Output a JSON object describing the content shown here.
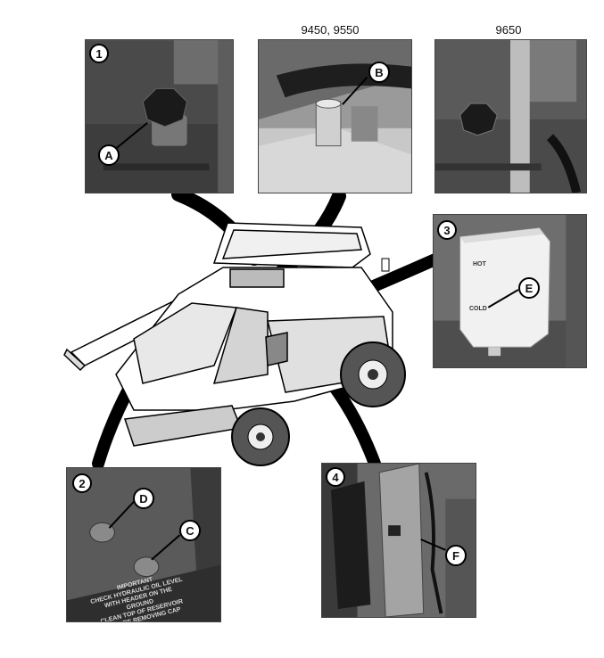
{
  "panels": {
    "p1": {
      "number": "1",
      "callouts": [
        "A"
      ]
    },
    "p_9450": {
      "model_label": "9450, 9550",
      "callouts": [
        "B"
      ]
    },
    "p_9650": {
      "model_label": "9650"
    },
    "p3": {
      "number": "3",
      "callouts": [
        "E"
      ],
      "tank_marks": [
        "HOT",
        "COLD"
      ]
    },
    "p2": {
      "number": "2",
      "callouts": [
        "D",
        "C"
      ],
      "decal_lines": [
        "IMPORTANT",
        "CHECK HYDRAULIC OIL LEVEL",
        "WITH HEADER ON THE GROUND",
        "CLEAN TOP OF RESERVOIR",
        "BEFORE REMOVING CAP"
      ]
    },
    "p4": {
      "number": "4",
      "callouts": [
        "F"
      ]
    }
  },
  "colors": {
    "ink": "#000000",
    "photo_dark": "#3a3a3a",
    "photo_mid": "#8a8a8a",
    "photo_light": "#cfcfcf"
  }
}
